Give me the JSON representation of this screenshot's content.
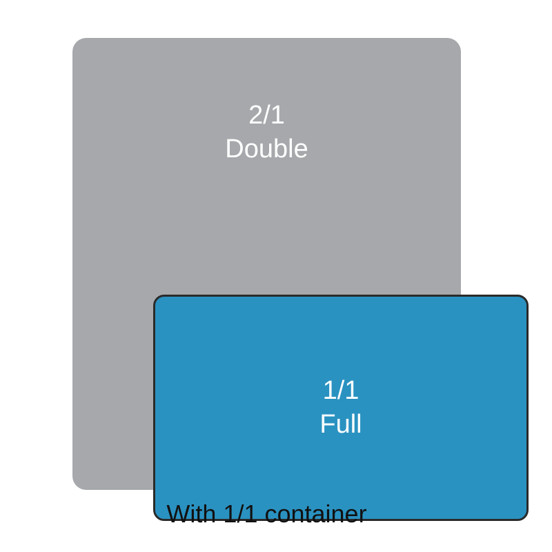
{
  "diagram": {
    "double_pan": {
      "size_label": "2/1",
      "name_label": "Double"
    },
    "full_pan": {
      "size_label": "1/1",
      "name_label": "Full"
    },
    "caption": "With 1/1 container"
  },
  "colors": {
    "background": "#ffffff",
    "double_pan_gray": "#a6a8ab",
    "full_pan_blue": "#2a92c1",
    "pan_border": "#2a2a2a",
    "label_text": "#ffffff",
    "caption_text": "#111111"
  }
}
